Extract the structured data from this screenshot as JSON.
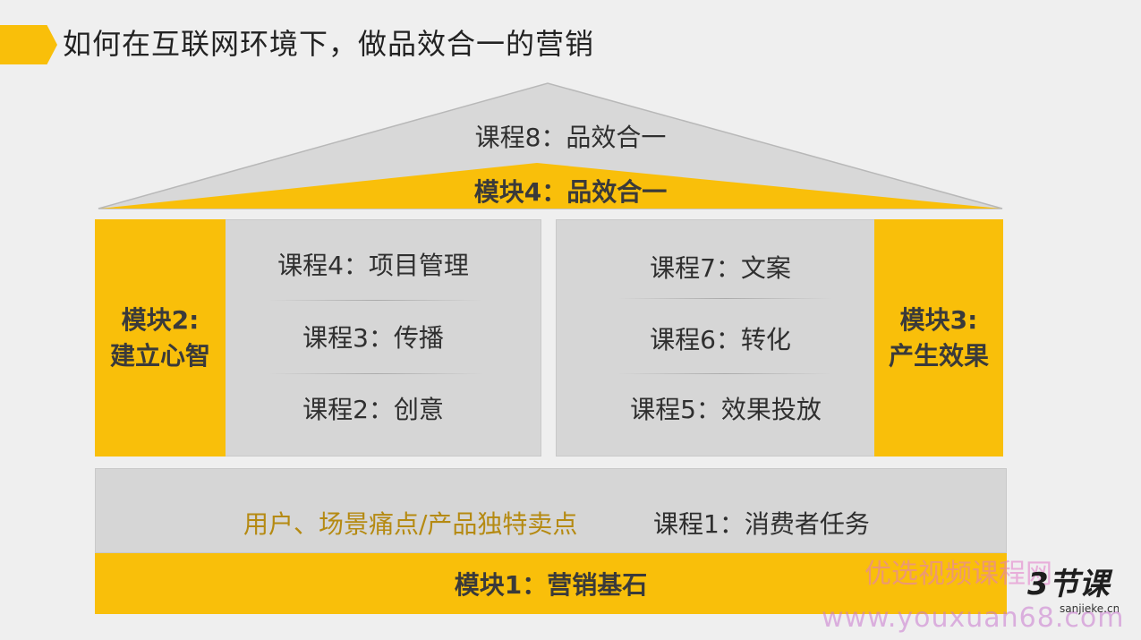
{
  "title": "如何在互联网环境下，做品效合一的营销",
  "roof": {
    "course": "课程8：品效合一",
    "module": "模块4：品效合一"
  },
  "left_module": {
    "line1": "模块2:",
    "line2": "建立心智"
  },
  "left_courses": [
    "课程4：项目管理",
    "课程3：传播",
    "课程2：创意"
  ],
  "right_courses": [
    "课程7：文案",
    "课程6：转化",
    "课程5：效果投放"
  ],
  "right_module": {
    "line1": "模块3:",
    "line2": "产生效果"
  },
  "base": {
    "left_text": "用户、场景痛点/产品独特卖点",
    "course": "课程1：消费者任务",
    "module": "模块1：营销基石"
  },
  "watermark": {
    "text": "优选视频课程网",
    "url": "www.youxuan68.com",
    "logo_text": "3节课",
    "logo_sub": "sanjieke.cn"
  },
  "colors": {
    "accent": "#f9bf0a",
    "panel": "#d6d6d6",
    "background": "#efefef"
  }
}
